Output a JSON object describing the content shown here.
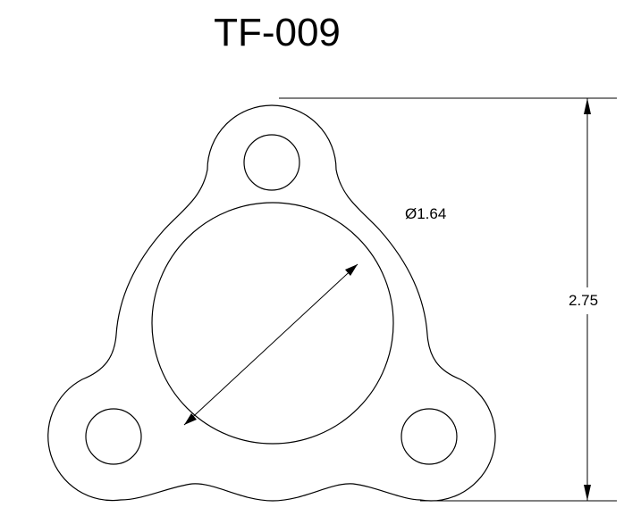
{
  "title": "TF-009",
  "dimensions": {
    "diameter_label": "Ø1.64",
    "height_label": "2.75"
  },
  "colors": {
    "line": "#000000",
    "background": "#ffffff"
  }
}
